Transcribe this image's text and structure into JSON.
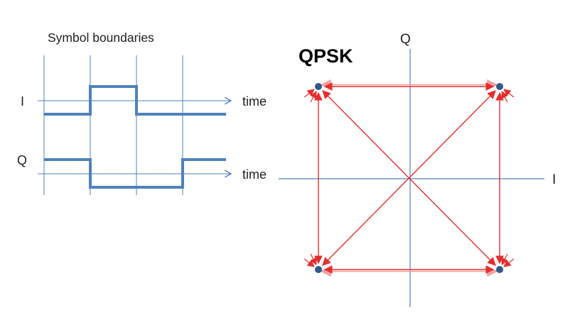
{
  "left_panel": {
    "title": "Symbol boundaries",
    "i_label": "I",
    "q_label": "Q",
    "time_label_i": "time",
    "time_label_q": "time"
  },
  "right_panel": {
    "title": "QPSK",
    "q_axis_label": "Q",
    "i_axis_label": "I"
  },
  "colors": {
    "waveform_blue": "#4f81bd",
    "axis_blue": "#4f81bd",
    "constellation_dot": "#2f5a8c",
    "arrow_red": "#e62e2e",
    "arrow_pink": "#f2a1a1",
    "text": "#1f1f1f"
  },
  "chart_data": [
    {
      "type": "line",
      "title": "Symbol boundaries",
      "description": "I and Q baseband step waveforms across four symbol intervals; thin vertical lines mark symbol boundaries",
      "xlabel": "time",
      "series": [
        {
          "name": "I",
          "values_per_symbol": [
            -1,
            1,
            -1,
            -1
          ]
        },
        {
          "name": "Q",
          "values_per_symbol": [
            1,
            -1,
            -1,
            1
          ]
        }
      ],
      "num_symbol_boundaries": 4
    },
    {
      "type": "scatter",
      "title": "QPSK",
      "xlabel": "I",
      "ylabel": "Q",
      "points": [
        {
          "I": -1,
          "Q": 1
        },
        {
          "I": 1,
          "Q": 1
        },
        {
          "I": -1,
          "Q": -1
        },
        {
          "I": 1,
          "Q": -1
        }
      ],
      "annotations": "red double-headed arrows connect every pair of constellation points (square edges and both diagonals)"
    }
  ]
}
